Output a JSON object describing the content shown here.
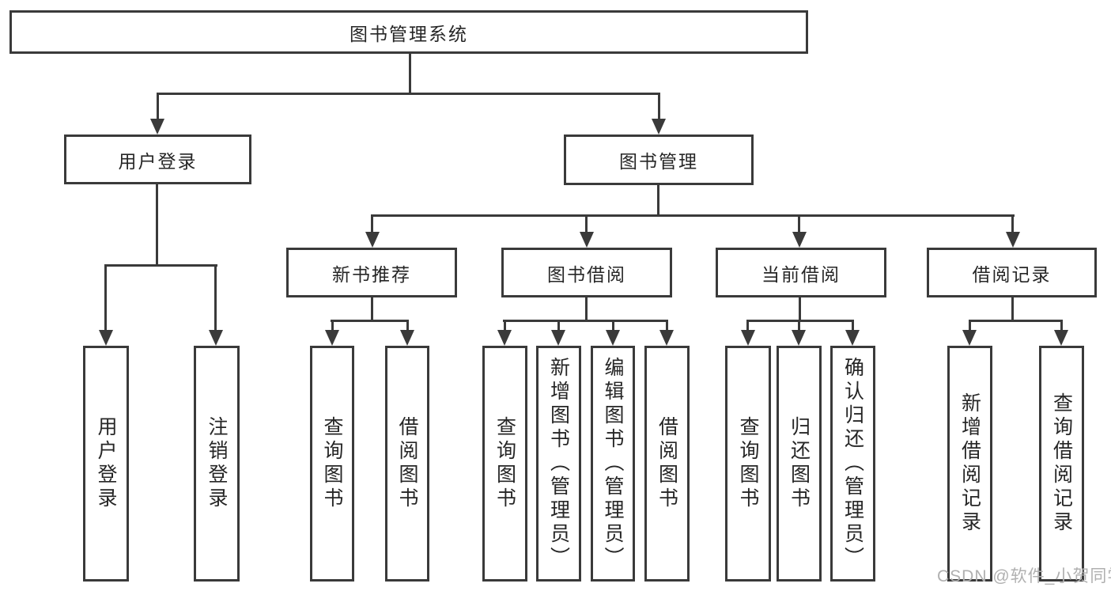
{
  "diagram": {
    "root": {
      "label": "图书管理系统"
    },
    "branches": [
      {
        "label": "用户登录",
        "children": [
          {
            "label": "用户登录"
          },
          {
            "label": "注销登录"
          }
        ]
      },
      {
        "label": "图书管理",
        "children": [
          {
            "label": "新书推荐",
            "children": [
              {
                "label": "查询图书"
              },
              {
                "label": "借阅图书"
              }
            ]
          },
          {
            "label": "图书借阅",
            "children": [
              {
                "label": "查询图书"
              },
              {
                "label": "新增图书（管理员）"
              },
              {
                "label": "编辑图书（管理员）"
              },
              {
                "label": "借阅图书"
              }
            ]
          },
          {
            "label": "当前借阅",
            "children": [
              {
                "label": "查询图书"
              },
              {
                "label": "归还图书"
              },
              {
                "label": "确认归还（管理员）"
              }
            ]
          },
          {
            "label": "借阅记录",
            "children": [
              {
                "label": "新增借阅记录"
              },
              {
                "label": "查询借阅记录"
              }
            ]
          }
        ]
      }
    ],
    "watermark": "CSDN @软件_小贺同学",
    "colors": {
      "line": "#3a3a3a",
      "box_border": "#3a3a3a",
      "text": "#262626",
      "background": "#ffffff",
      "watermark": "#b0b0b0"
    }
  }
}
